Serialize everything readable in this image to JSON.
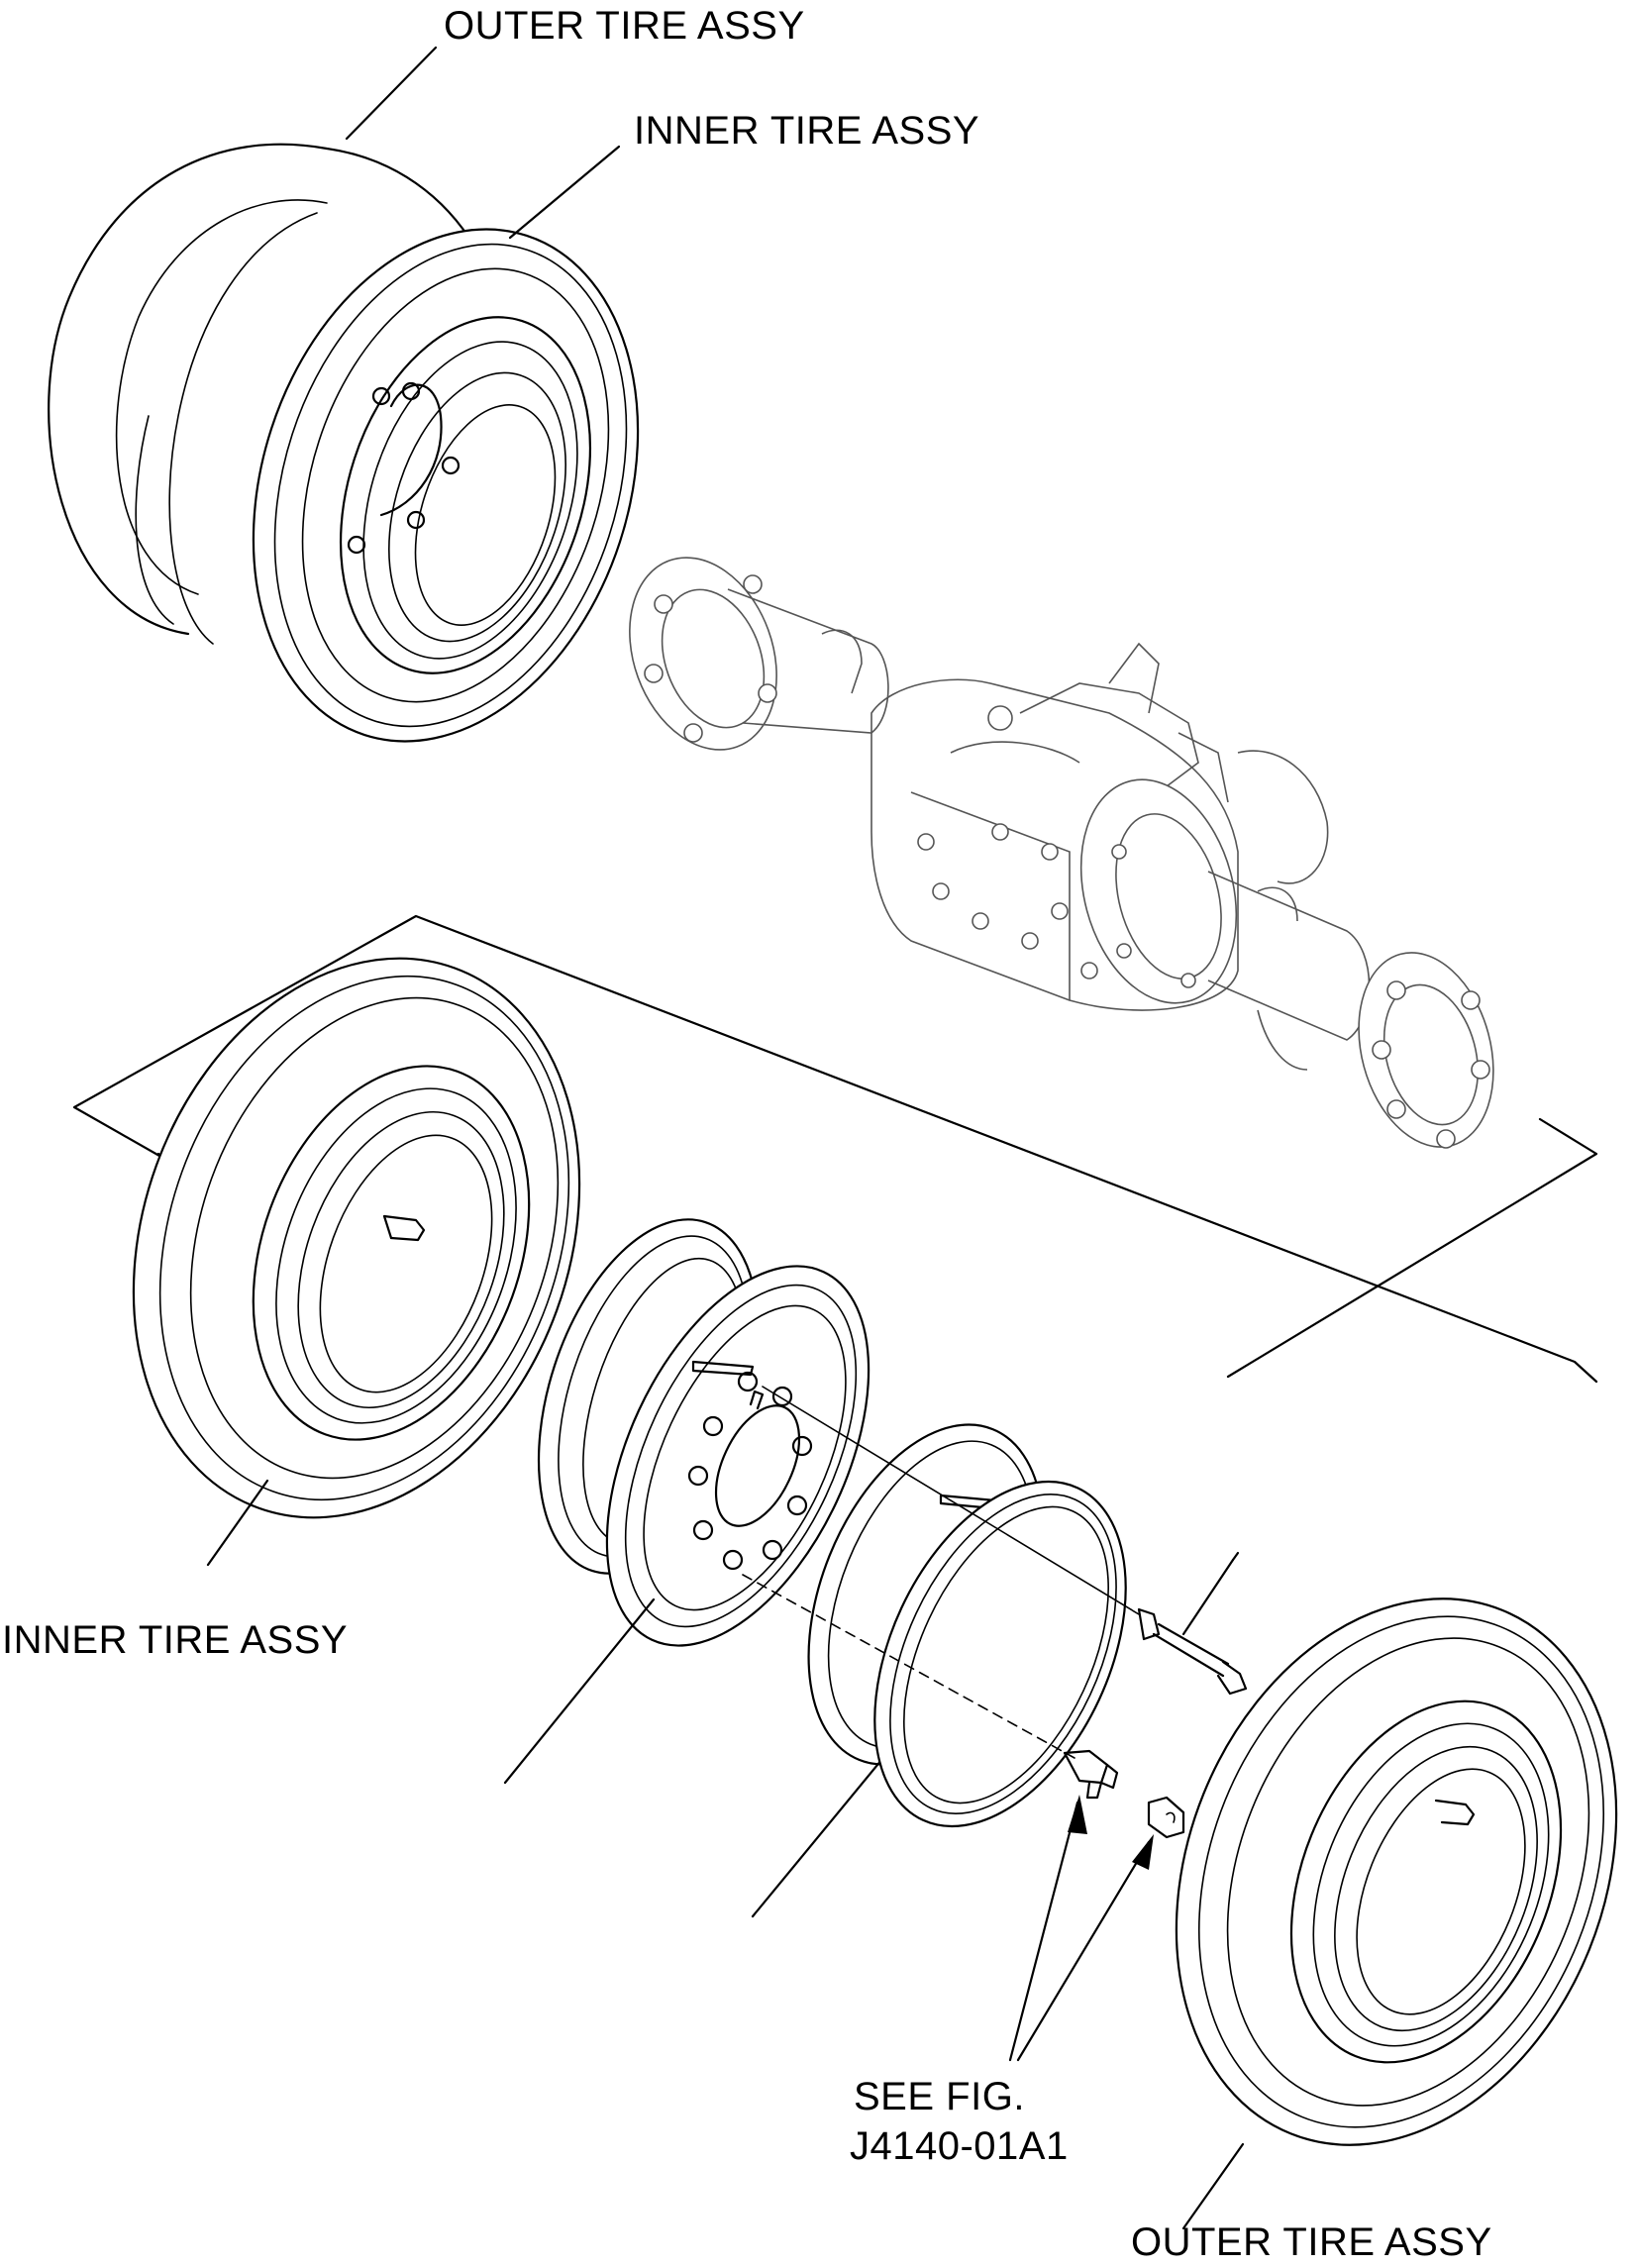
{
  "labels": {
    "outer_tire_top": "OUTER TIRE ASSY",
    "inner_tire_top": "INNER TIRE ASSY",
    "inner_tire_left": "INNER TIRE ASSY",
    "see_fig_line1": "SEE FIG.",
    "see_fig_line2": "J4140-01A1",
    "outer_tire_bottom": "OUTER TIRE ASSY"
  },
  "colors": {
    "line": "#000000",
    "background": "#ffffff"
  }
}
